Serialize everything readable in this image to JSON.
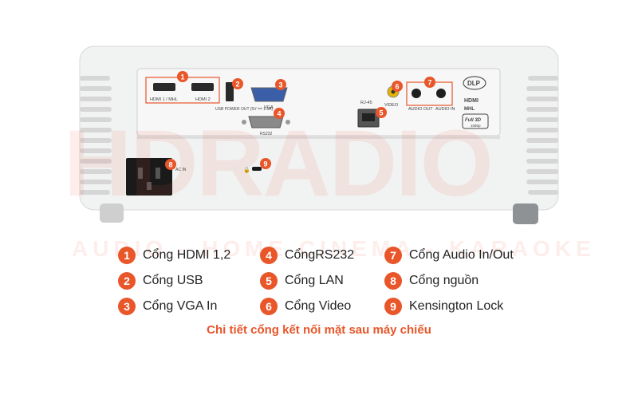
{
  "watermark": {
    "brand": "HDRADIO",
    "tagline": "AUDIO - HOME CINEMA - KARAOKE"
  },
  "projector": {
    "port_labels": {
      "hdmi1": "HDMI 1 / MHL",
      "hdmi2": "HDMI 2",
      "usb": "USB POWER OUT (5V == 1.5A)",
      "vga": "VGA",
      "rs232": "RS232",
      "rj45": "RJ-45",
      "video": "VIDEO",
      "audio_out": "AUDIO OUT",
      "audio_in": "AUDIO IN",
      "ac_in": "AC IN"
    },
    "logos": {
      "dlp": "DLP",
      "hdmi": "HDMI",
      "mhl": "MHL",
      "full3d": "Full 3D",
      "res": "1080p"
    },
    "badges": [
      "1",
      "2",
      "3",
      "4",
      "5",
      "6",
      "7",
      "8",
      "9"
    ]
  },
  "legend": [
    {
      "num": "1",
      "label": "Cổng HDMI 1,2"
    },
    {
      "num": "2",
      "label": "Cổng USB"
    },
    {
      "num": "3",
      "label": "Cổng VGA In"
    },
    {
      "num": "4",
      "label": "CổngRS232"
    },
    {
      "num": "5",
      "label": "Cổng LAN"
    },
    {
      "num": "6",
      "label": "Cổng Video"
    },
    {
      "num": "7",
      "label": "Cổng Audio In/Out"
    },
    {
      "num": "8",
      "label": "Cổng nguồn"
    },
    {
      "num": "9",
      "label": "Kensington Lock"
    }
  ],
  "caption": "Chi tiết cổng kết nối mặt sau máy chiếu",
  "colors": {
    "accent": "#e8562a",
    "body": "#f1f2f2",
    "panel": "#f7f7f7"
  }
}
